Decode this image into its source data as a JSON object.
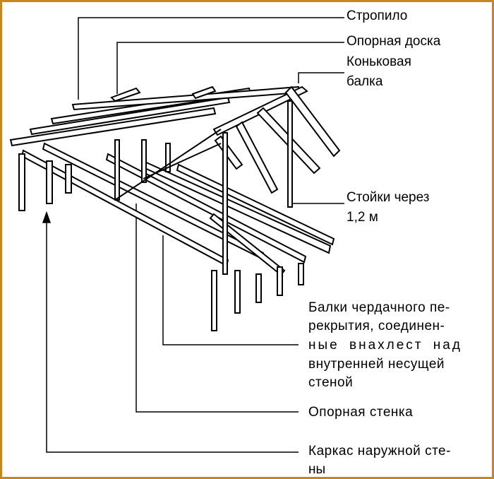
{
  "labels": {
    "rafter": "Стропило",
    "support_board": "Опорная доска",
    "ridge_beam_1": "Коньковая",
    "ridge_beam_2": "балка",
    "posts_1": "Стойки через",
    "posts_2": "1,2 м",
    "joists_1": "Балки чердачного пе-",
    "joists_2": "рекрытия, соединен-",
    "joists_3": "ные внахлест над",
    "joists_4": "внутренней несущей",
    "joists_5": "стеной",
    "support_wall": "Опорная стенка",
    "exterior_wall_1": "Каркас наружной сте-",
    "exterior_wall_2": "ны"
  },
  "colors": {
    "border": "#c8861e",
    "ink": "#000000"
  }
}
